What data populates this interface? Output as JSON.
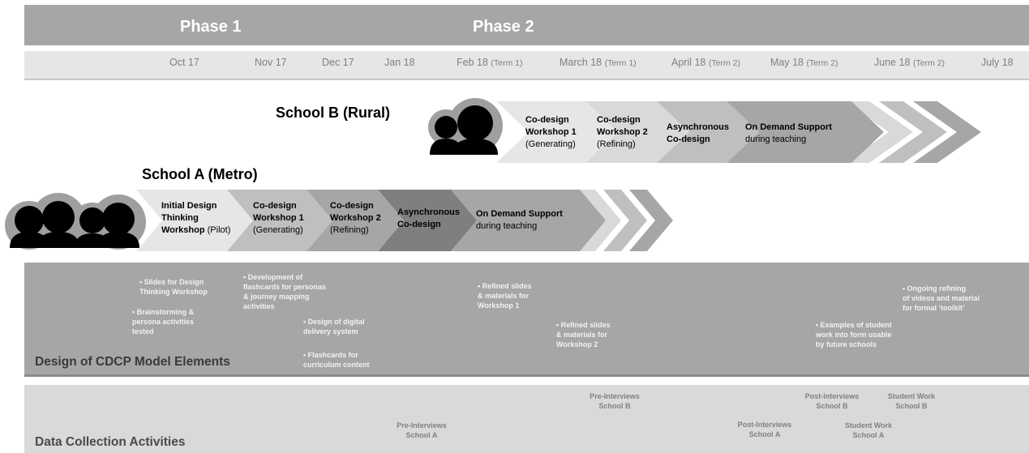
{
  "phases": [
    "Phase 1",
    "Phase 2"
  ],
  "months": [
    {
      "label": "Oct 17",
      "term": ""
    },
    {
      "label": "Nov  17",
      "term": ""
    },
    {
      "label": "Dec 17",
      "term": ""
    },
    {
      "label": "Jan 18",
      "term": ""
    },
    {
      "label": "Feb 18 ",
      "term": "(Term 1)"
    },
    {
      "label": "March 18 ",
      "term": "(Term 1)"
    },
    {
      "label": "April 18 ",
      "term": "(Term 2)"
    },
    {
      "label": "May 18 ",
      "term": "(Term 2)"
    },
    {
      "label": "June 18 ",
      "term": "(Term 2)"
    },
    {
      "label": "July 18",
      "term": ""
    }
  ],
  "school_b": {
    "title": "School B (Rural)",
    "steps": [
      {
        "bold": "Co-design\nWorkshop 1",
        "normal": "(Generating)"
      },
      {
        "bold": "Co-design\nWorkshop 2",
        "normal": "(Refining)"
      },
      {
        "bold": "Asynchronous\nCo-design",
        "normal": ""
      },
      {
        "bold": "On Demand Support",
        "normal": "during teaching"
      }
    ]
  },
  "school_a": {
    "title": "School A (Metro)",
    "steps": [
      {
        "bold": "Initial Design\nThinking\nWorkshop",
        "normal": " (Pilot)"
      },
      {
        "bold": "Co-design\nWorkshop 1",
        "normal": "(Generating)"
      },
      {
        "bold": "Co-design\nWorkshop 2",
        "normal": "(Refining)"
      },
      {
        "bold": "Asynchronous\nCo-design",
        "normal": ""
      },
      {
        "bold": "On Demand Support",
        "normal": "during teaching"
      }
    ]
  },
  "design": {
    "title": "Design of CDCP Model Elements",
    "notes": [
      "• Slides for Design\nThinking Workshop",
      "• Brainstorming &\npersona activities\ntested",
      "• Development of\nflashcards for personas\n&  journey mapping\nactivities",
      "• Design of digital\ndelivery system",
      "• Flashcards for\ncurriculum content",
      "• Refined slides\n& materials for\nWorkshop 1",
      "• Refined slides\n& materials for\nWorkshop 2",
      "• Examples of student\nwork into form usable\nby future schools",
      "• Ongoing refining\nof videos and material\nfor formal ‘toolkit’"
    ]
  },
  "data_collection": {
    "title": "Data Collection Activities",
    "notes": [
      "Pre-Interviews\nSchool A",
      "Pre-Interviews\nSchool B",
      "Post-Interviews\nSchool A",
      "Post-Interviews\nSchool B",
      "Student Work\nSchool A",
      "Student Work\nSchool B"
    ]
  },
  "colors": {
    "phase_band": "#a6a6a6",
    "month_band": "#e6e6e6",
    "step_light": "#d9d9d9",
    "step_mid": "#bfbfbf",
    "step_dark": "#7f7f7f",
    "design_band": "#a6a6a6",
    "data_band": "#d9d9d9"
  }
}
